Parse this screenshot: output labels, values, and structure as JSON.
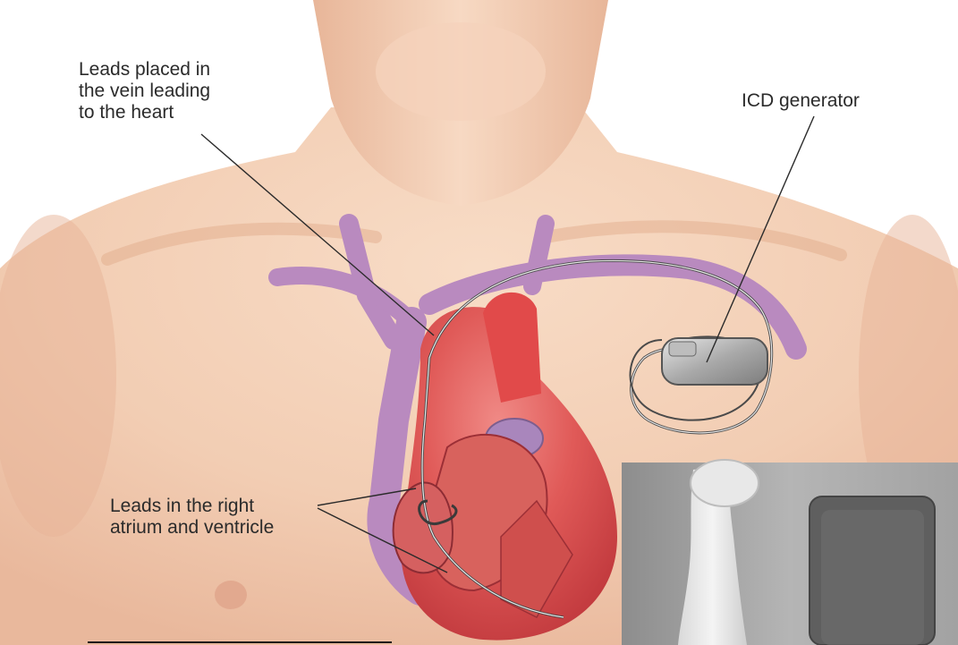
{
  "labels": {
    "leads_vein": "Leads placed in\nthe vein leading\nto the heart",
    "icd_generator": "ICD generator",
    "leads_atrium": "Leads in the right\natrium and ventricle"
  },
  "colors": {
    "skin": "#f2cdb3",
    "skin_shadow": "#e4ad91",
    "vein": "#b98abf",
    "heart": "#d94a4a",
    "device": "#9a9a9a",
    "xray_background": "#9c9c9c"
  }
}
